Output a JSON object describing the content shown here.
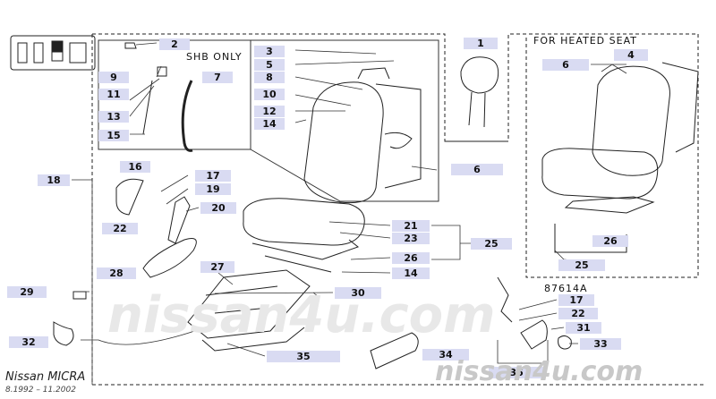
{
  "annotations": {
    "heated": "FOR HEATED SEAT",
    "shb": "SHB ONLY",
    "part_number": "87614A"
  },
  "brand": {
    "model": "Nissan MICRA",
    "dates": "8.1992 – 11.2002",
    "watermark": "nissan4u.com"
  },
  "callouts": [
    "2",
    "3",
    "5",
    "8",
    "9",
    "11",
    "13",
    "15",
    "7",
    "10",
    "12",
    "14",
    "1",
    "4",
    "6",
    "18",
    "16",
    "17",
    "19",
    "20",
    "21",
    "23",
    "22",
    "25",
    "26",
    "28",
    "27",
    "29",
    "30",
    "32",
    "35",
    "34",
    "36",
    "31",
    "33"
  ]
}
